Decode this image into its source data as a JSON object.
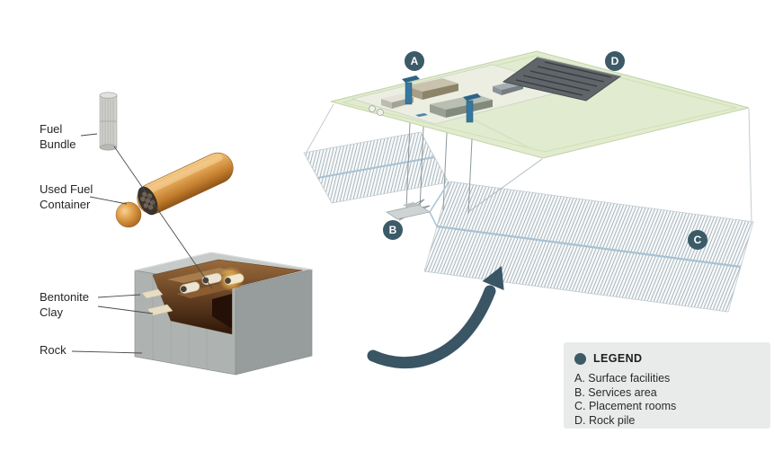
{
  "diagram": {
    "labels": {
      "fuel_bundle": "Fuel Bundle",
      "used_fuel_container": "Used Fuel Container",
      "bentonite_clay": "Bentonite Clay",
      "rock": "Rock"
    },
    "markers": {
      "a": "A",
      "b": "B",
      "c": "C",
      "d": "D"
    },
    "legend": {
      "title": "LEGEND",
      "bullet_icon": "filled-circle",
      "items": [
        "A. Surface facilities",
        "B. Services area",
        "C. Placement rooms",
        "D. Rock pile"
      ]
    },
    "colors": {
      "marker_bg": "#3c5a68",
      "arrow": "#3a5564",
      "legend_bg": "#e9ebea",
      "surface_plane": "#e1ebcf",
      "container_orange": "#d89140",
      "text": "#262626"
    }
  }
}
